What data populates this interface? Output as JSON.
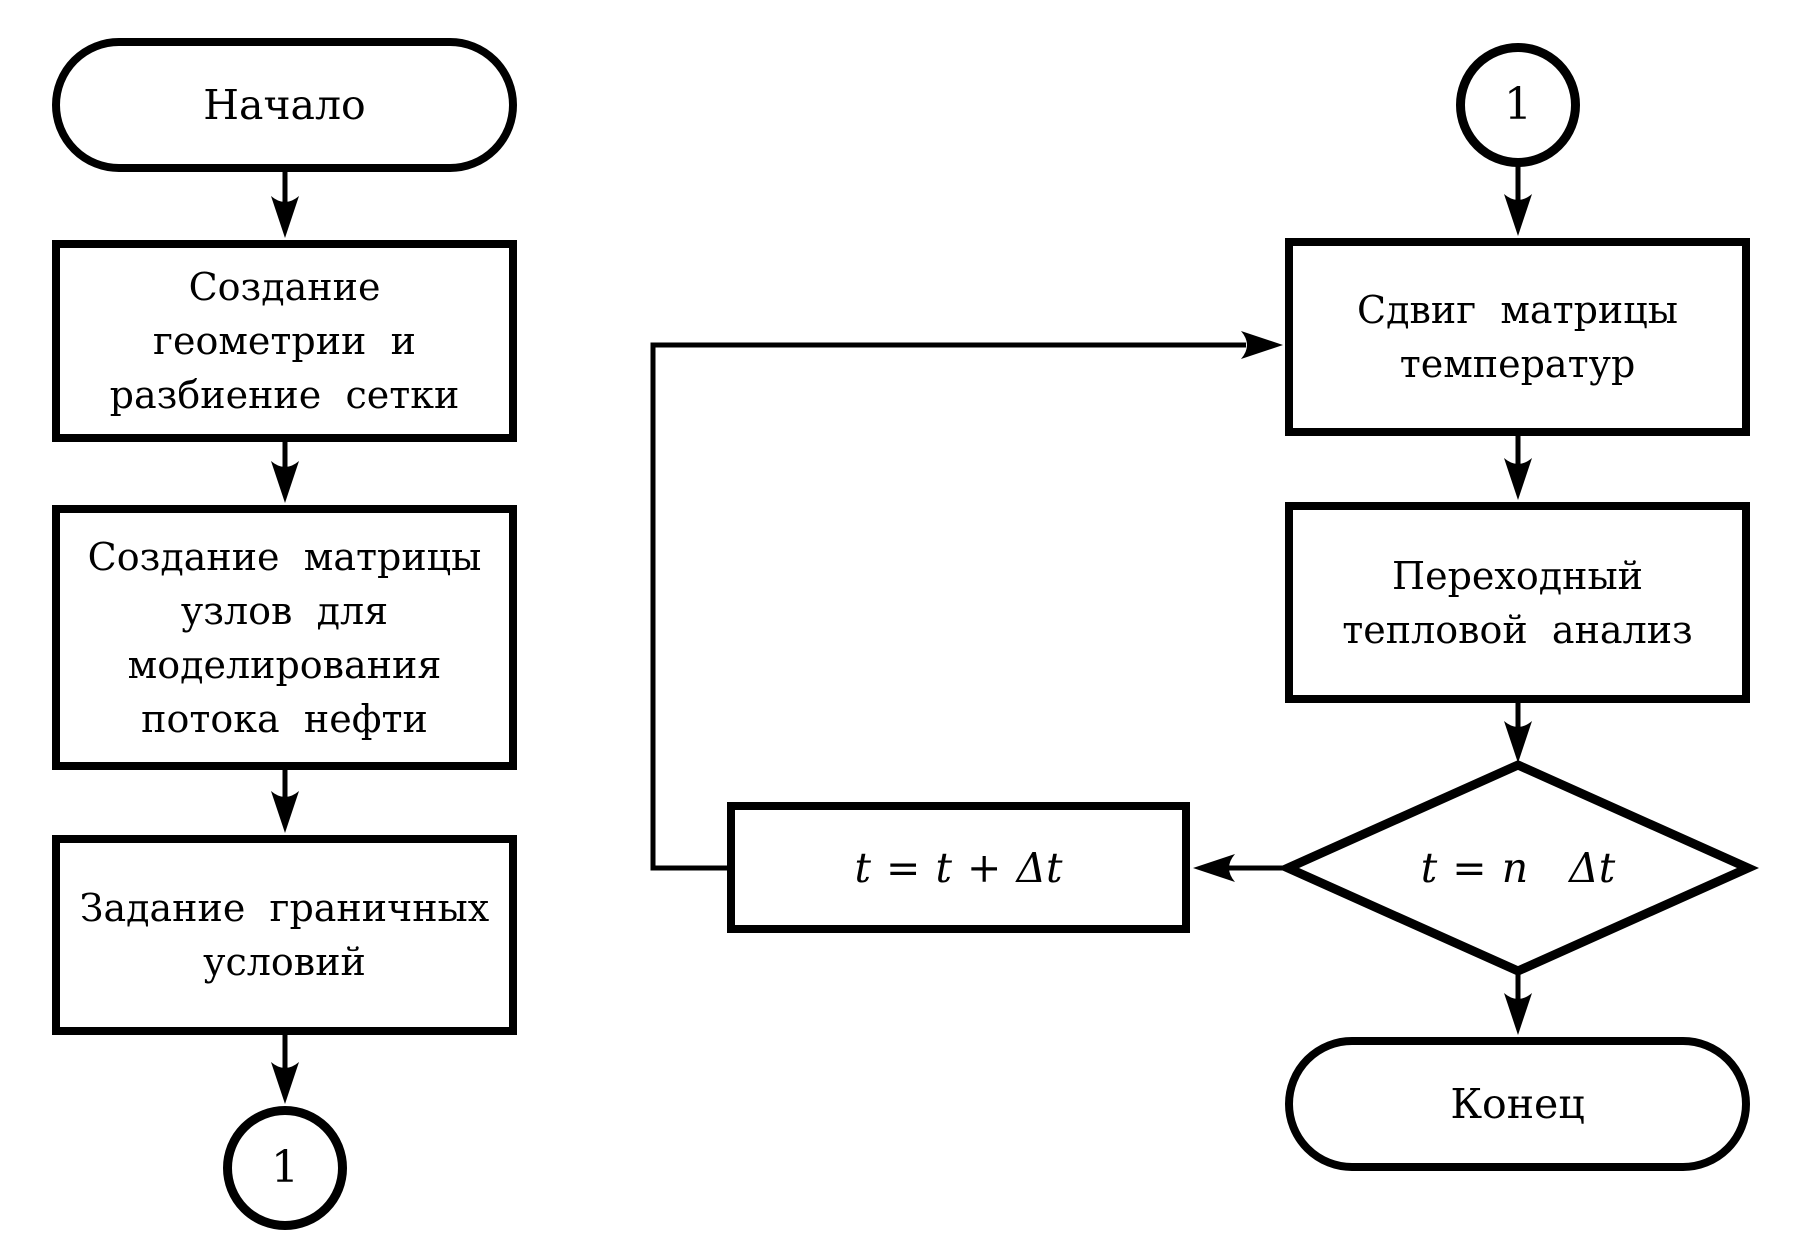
{
  "flowchart": {
    "colors": {
      "stroke": "#000000",
      "background": "#ffffff"
    },
    "left_column": {
      "start_label": "Начало",
      "create_geometry_label": "Создание\nгеометрии и\nразбиение сетки",
      "create_node_matrix_label": "Создание матрицы\nузлов для\nмоделирования\nпотока нефти",
      "boundary_conditions_label": "Задание граничных\nусловий",
      "connector_label": "1"
    },
    "right_column": {
      "connector_label": "1",
      "shift_matrix_label": "Сдвиг матрицы\nтемператур",
      "transient_analysis_label": "Переходный\nтепловой анализ",
      "decision_label": "t = n Δt",
      "increment_label": "t = t + Δt",
      "end_label": "Конец"
    }
  }
}
